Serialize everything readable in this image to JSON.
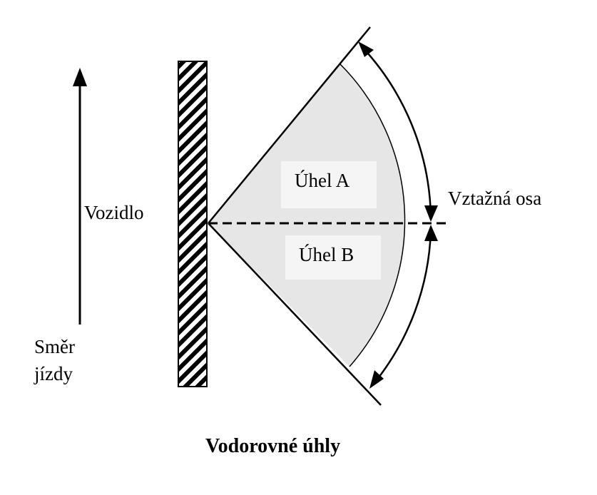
{
  "diagram": {
    "title": "Vodorovné úhly",
    "vehicle_label": "Vozidlo",
    "direction_label_line1": "Směr",
    "direction_label_line2": "jízdy",
    "angle_a_label": "Úhel A",
    "angle_b_label": "Úhel B",
    "reference_axis_label": "Vztažná osa"
  },
  "colors": {
    "ink": "#000000",
    "sector_fill": "#e6e6e6",
    "label_box": "#f5f5f5"
  },
  "icons": {
    "direction_arrow": "arrow-up-icon",
    "wall": "hatched-wall",
    "angle_arrows": "double-arrowhead-icon"
  }
}
